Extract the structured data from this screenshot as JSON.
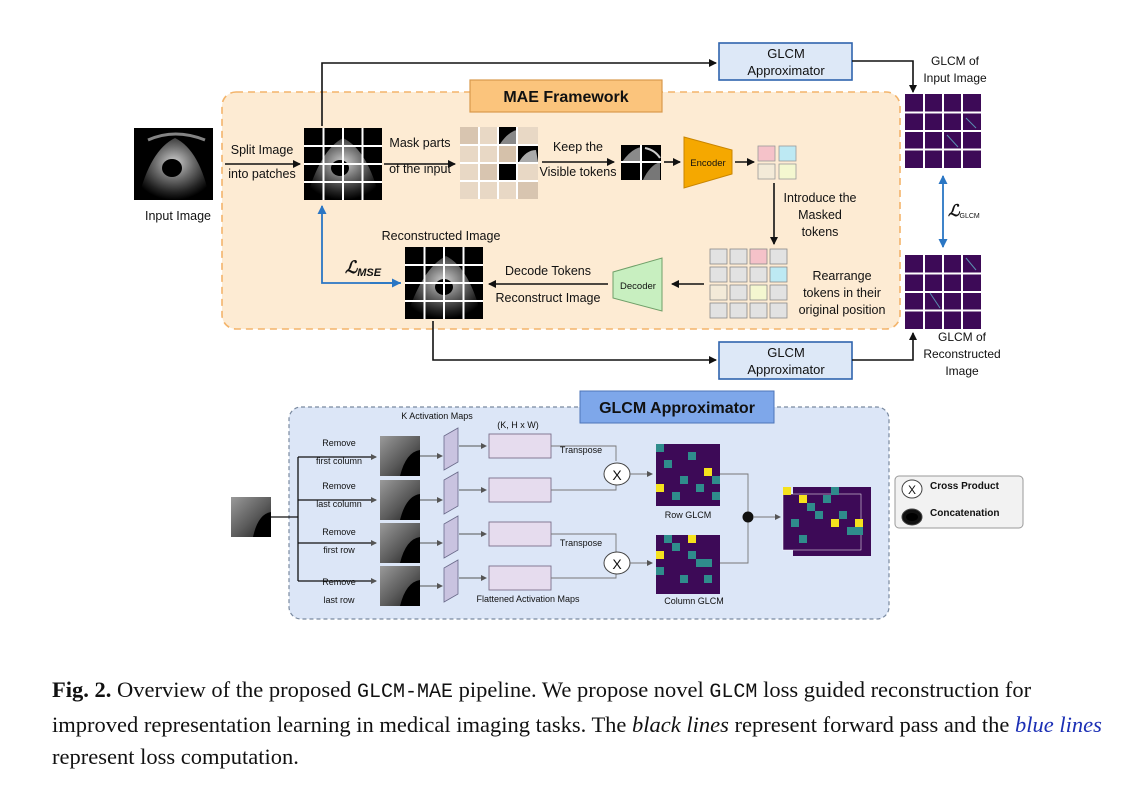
{
  "colors": {
    "mae_bg": "#fdebd3",
    "mae_border": "#f3b46b",
    "mae_title_bg": "#fbc47c",
    "glcm_box_bg": "#dde8f7",
    "glcm_box_border": "#2f64ad",
    "approx_bg": "#dce6f7",
    "approx_title_bg": "#7ea7ea",
    "encoder": "#f5a800",
    "decoder": "#c8efc0",
    "loss_blue": "#2a76c4",
    "glcm_purple": "#3d0a57",
    "glcm_teal": "#2f8c8c",
    "glcm_yellow": "#f5e21d",
    "flat_map": "#e6dcee"
  },
  "diagram": {
    "mae_title": "MAE Framework",
    "input_image": "Input Image",
    "split_1": "Split Image",
    "split_2": "into patches",
    "mask_1": "Mask parts",
    "mask_2": "of the input",
    "keep_1": "Keep the",
    "keep_2": "Visible tokens",
    "encoder": "Encoder",
    "intro_1": "Introduce the",
    "intro_2": "Masked",
    "intro_3": "tokens",
    "rearr_1": "Rearrange",
    "rearr_2": "tokens in their",
    "rearr_3": "original position",
    "decoder": "Decoder",
    "decode_tokens": "Decode Tokens",
    "reconstruct_image": "Reconstruct Image",
    "reconstructed_image": "Reconstructed Image",
    "loss_mse": "ℒ",
    "loss_mse_sub": "MSE",
    "glcm_approx_1": "GLCM",
    "glcm_approx_2": "Approximator",
    "glcm_input_1": "GLCM of",
    "glcm_input_2": "Input Image",
    "glcm_recon_1": "GLCM of",
    "glcm_recon_2": "Reconstructed",
    "glcm_recon_3": "Image",
    "loss_glcm": "ℒ",
    "loss_glcm_sub": "GLCM",
    "approx_title": "GLCM Approximator",
    "k_maps": "K Activation Maps",
    "khw": "(K, H x W)",
    "remove": "Remove",
    "first_column": "first column",
    "last_column": "last column",
    "first_row": "first row",
    "last_row": "last row",
    "transpose": "Transpose",
    "row_glcm": "Row GLCM",
    "column_glcm": "Column GLCM",
    "flattened": "Flattened Activation Maps",
    "cross_symbol": "X",
    "legend_cross": "Cross Product",
    "legend_concat": "Concatenation"
  },
  "caption": {
    "fig": "Fig. 2.",
    "t1": " Overview of the proposed ",
    "code1": "GLCM-MAE",
    "t2": " pipeline. We propose novel ",
    "code2": "GLCM",
    "t3": " loss guided reconstruction for improved representation learning in medical imaging tasks. The ",
    "black_lines": "black lines",
    "t4": " represent forward pass and the ",
    "blue_lines": "blue lines",
    "t5": " represent loss computation."
  }
}
